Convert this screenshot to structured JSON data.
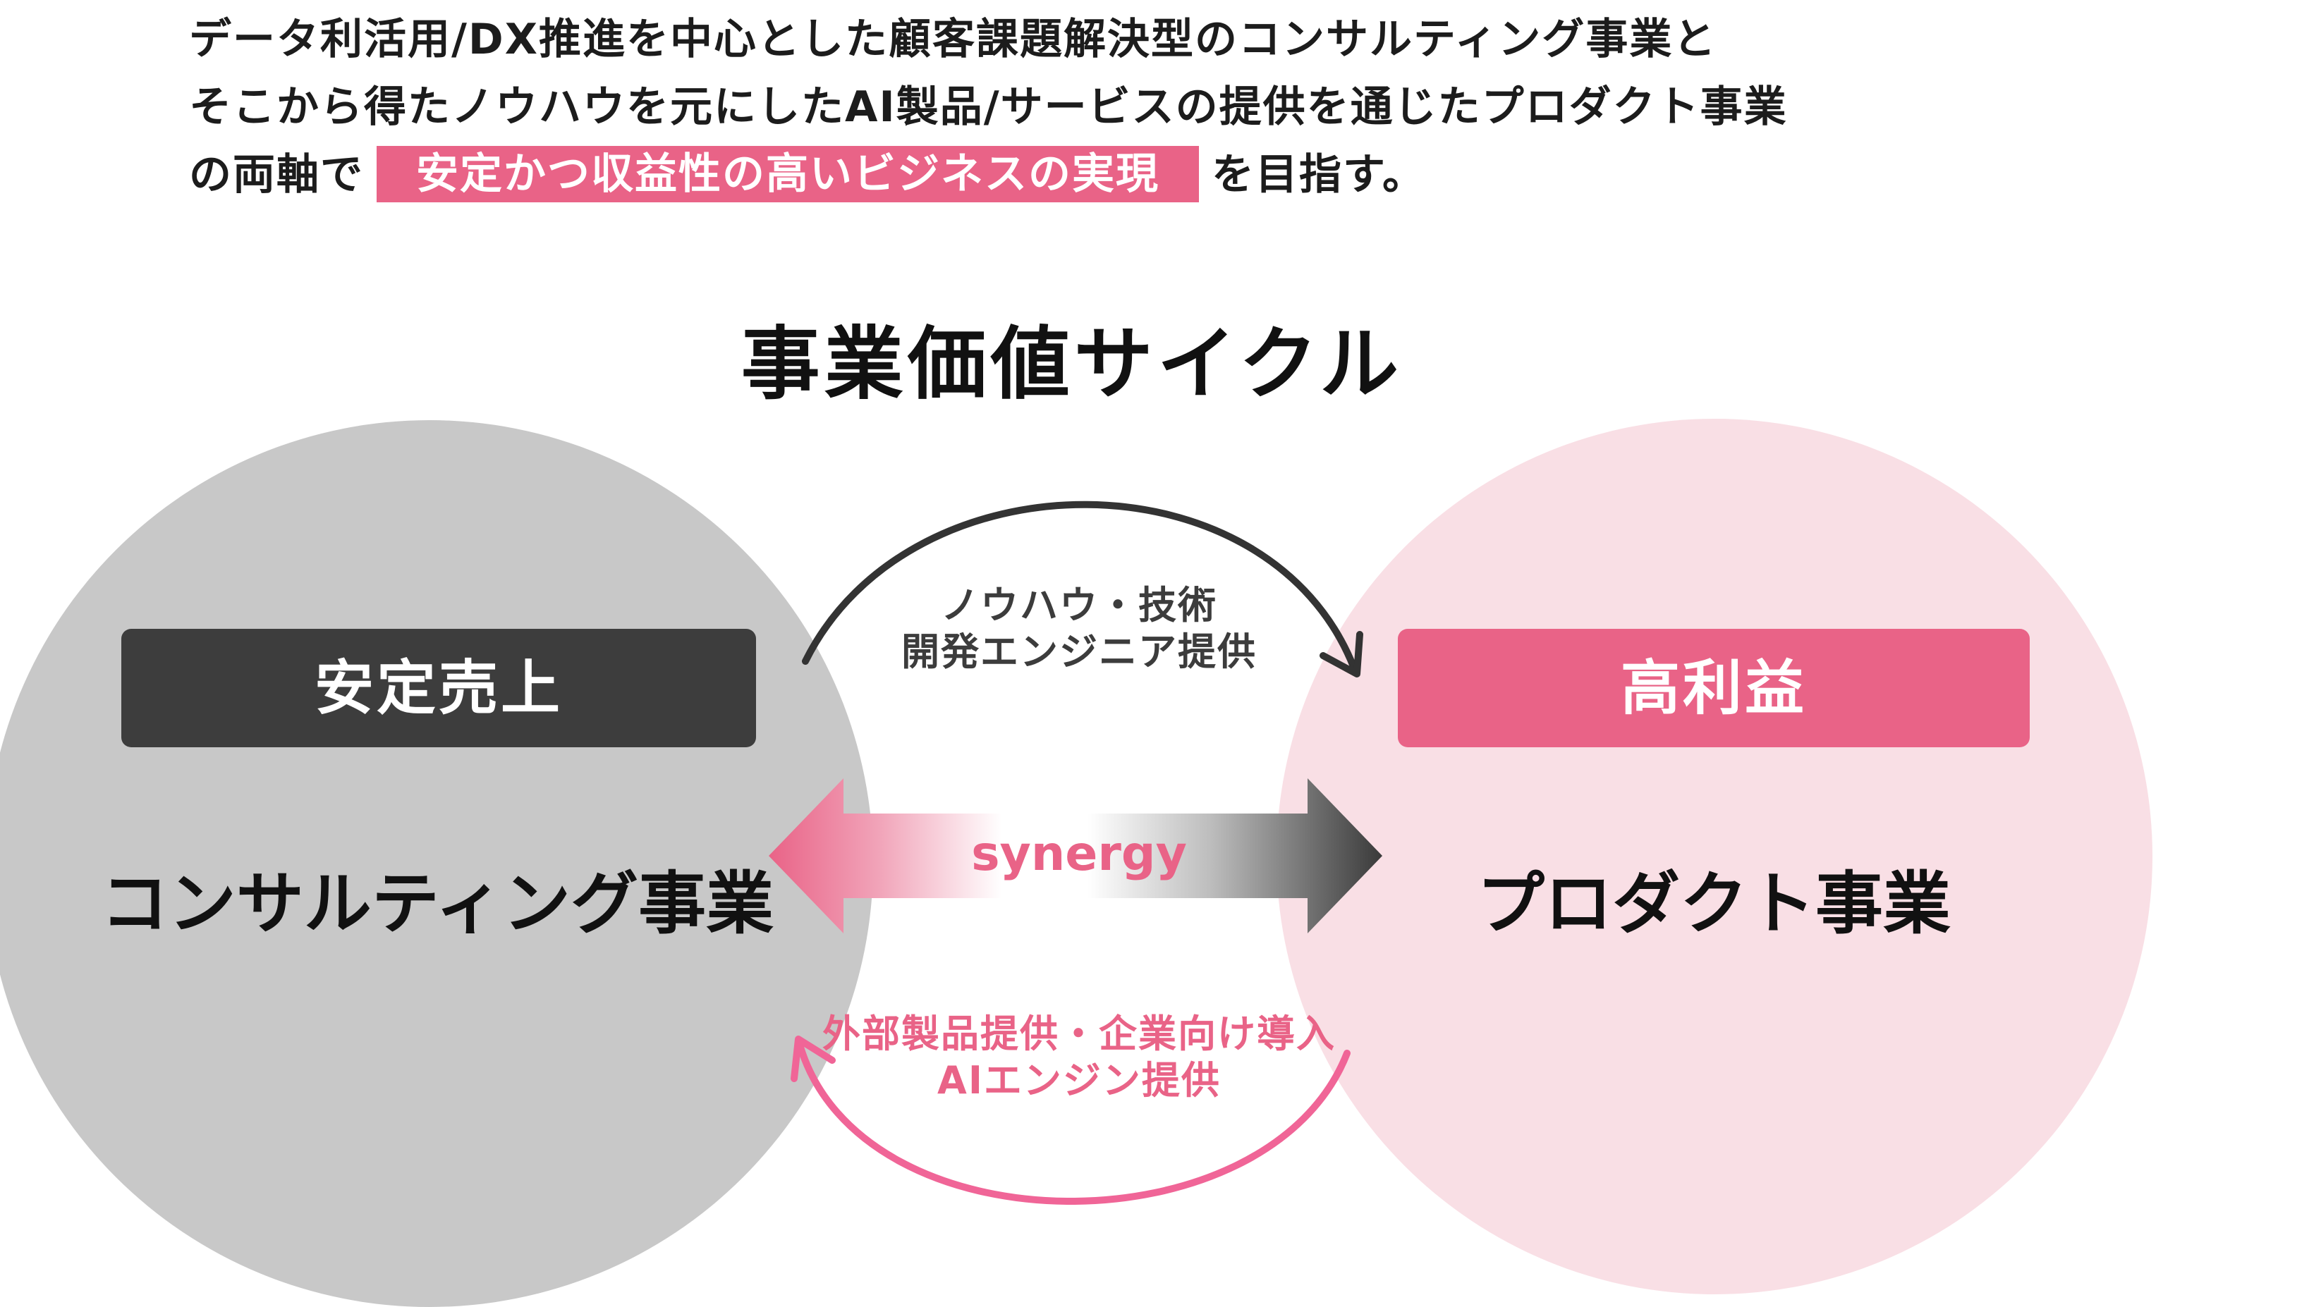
{
  "intro": {
    "line1": "データ利活用/DX推進を中心とした顧客課題解決型のコンサルティング事業と",
    "line2": "そこから得たノウハウを元にしたAI製品/サービスの提供を通じたプロダクト事業",
    "line3_before": "の両軸で",
    "line3_highlight": "安定かつ収益性の高いビジネスの実現",
    "line3_after": "を目指す。"
  },
  "diagram": {
    "title": "事業価値サイクル",
    "left": {
      "tag": "安定売上",
      "label": "コンサルティング事業"
    },
    "right": {
      "tag": "高利益",
      "label": "プロダクト事業"
    },
    "top_flow": {
      "line1": "ノウハウ・技術",
      "line2": "開発エンジニア提供"
    },
    "bottom_flow": {
      "line1": "外部製品提供・企業向け導入",
      "line2": "AIエンジン提供"
    },
    "center": "synergy"
  },
  "colors": {
    "accent_pink": "#e96387",
    "dark_gray": "#3d3d3d",
    "left_circle": "#c8c8c8",
    "right_circle": "#f9dfe5"
  }
}
